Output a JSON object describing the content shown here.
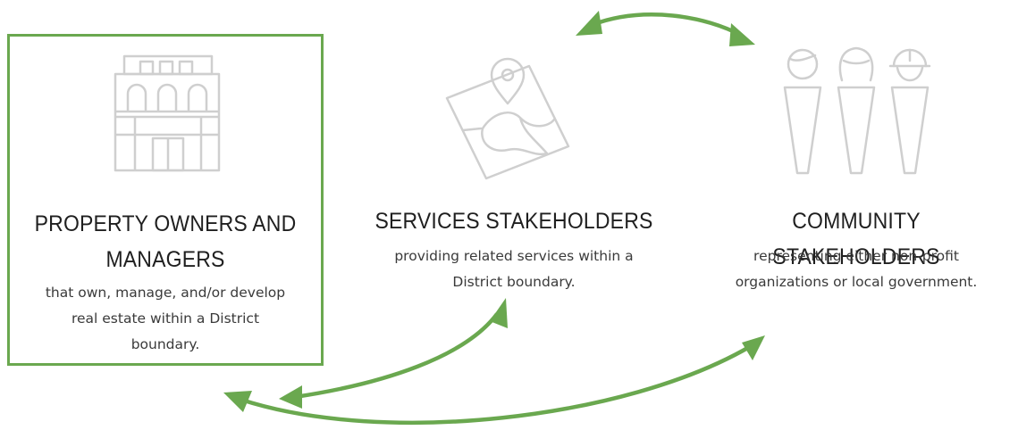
{
  "panels": {
    "owners": {
      "title_line1": "PROPERTY OWNERS AND",
      "title_line2": "MANAGERS",
      "desc_line1": "that own, manage, and/or develop",
      "desc_line2": "real estate within a District",
      "desc_line3": "boundary.",
      "icon": "building-icon"
    },
    "services": {
      "title": "SERVICES STAKEHOLDERS",
      "desc_line1": "providing related services within a",
      "desc_line2": "District boundary.",
      "icon": "map-pin-icon"
    },
    "community": {
      "title": "COMMUNITY STAKEHOLDERS",
      "desc_line1": "representing either non-profit",
      "desc_line2": "organizations or local government.",
      "icon": "people-icon"
    }
  },
  "colors": {
    "accent": "#6aa84f",
    "icon_stroke": "#cfcfcf",
    "text": "#2b2b2b"
  }
}
